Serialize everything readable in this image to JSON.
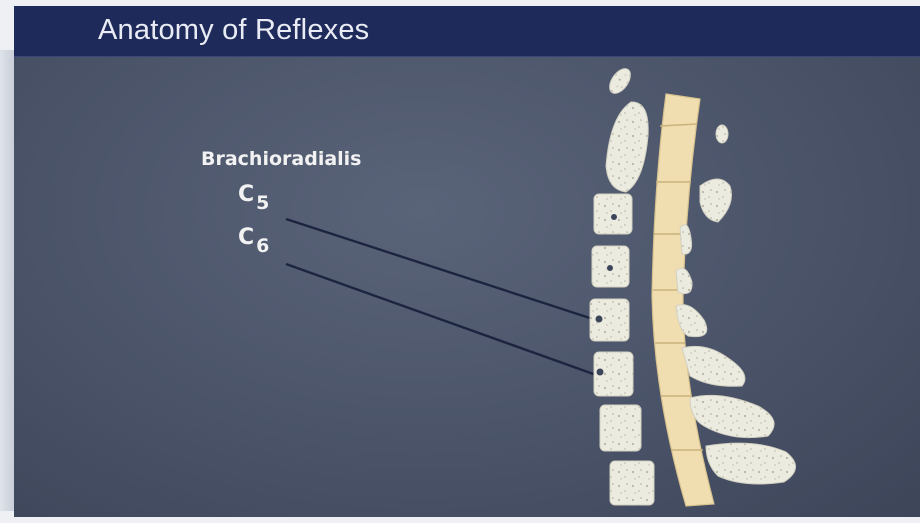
{
  "title": "Anatomy of Reflexes",
  "reflex": {
    "muscle": "Brachioradialis",
    "levels": [
      {
        "letter": "C",
        "number": "5"
      },
      {
        "letter": "C",
        "number": "6"
      }
    ]
  },
  "colors": {
    "title_bar": "#1e2a5a",
    "background": "#4a5368",
    "bone": "#ecebe0",
    "spinal_cord": "#f0deb0",
    "leader_line": "#1c2440"
  }
}
